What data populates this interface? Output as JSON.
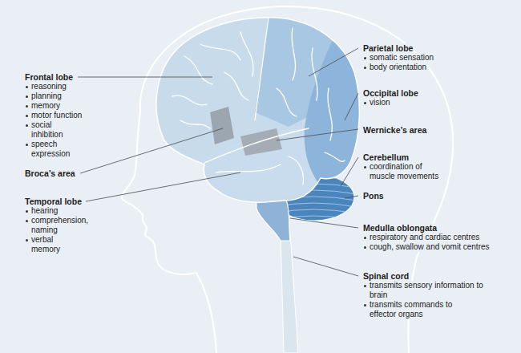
{
  "diagram": {
    "labels": [
      "Frontal lobe",
      "reasoning",
      "planning",
      "memory",
      "motor function",
      "social inhibition",
      "speech expression",
      "Broca’s area",
      "Temporal lobe",
      "hearing",
      "comprehension, naming",
      "verbal memory",
      "Parietal lobe",
      "somatic sensation",
      "body orientation",
      "Occipital lobe",
      "vision",
      "Wernicke’s area",
      "Cerebellum",
      "coordination of muscle movements",
      "Pons",
      "Medulla oblongata",
      "respiratory and cardiac centres",
      "cough, swallow and vomit centres",
      "Spinal cord",
      "transmits sensory information to brain",
      "transmits commands to effector organs"
    ]
  }
}
